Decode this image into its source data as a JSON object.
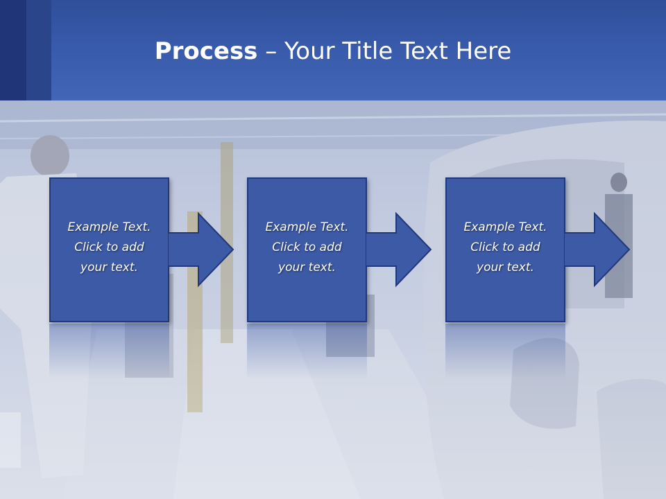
{
  "slide": {
    "title_bold": "Process",
    "title_rest": " – Your Title Text Here"
  },
  "steps": [
    {
      "line1": "Example Text.",
      "line2": "Click  to add",
      "line3": "your text."
    },
    {
      "line1": "Example Text.",
      "line2": "Click  to add",
      "line3": "your text."
    },
    {
      "line1": "Example Text.",
      "line2": "Click  to add",
      "line3": "your text."
    }
  ],
  "colors": {
    "header": "#3a5cad",
    "box_fill": "#3d5aa6",
    "box_border": "#203878"
  }
}
